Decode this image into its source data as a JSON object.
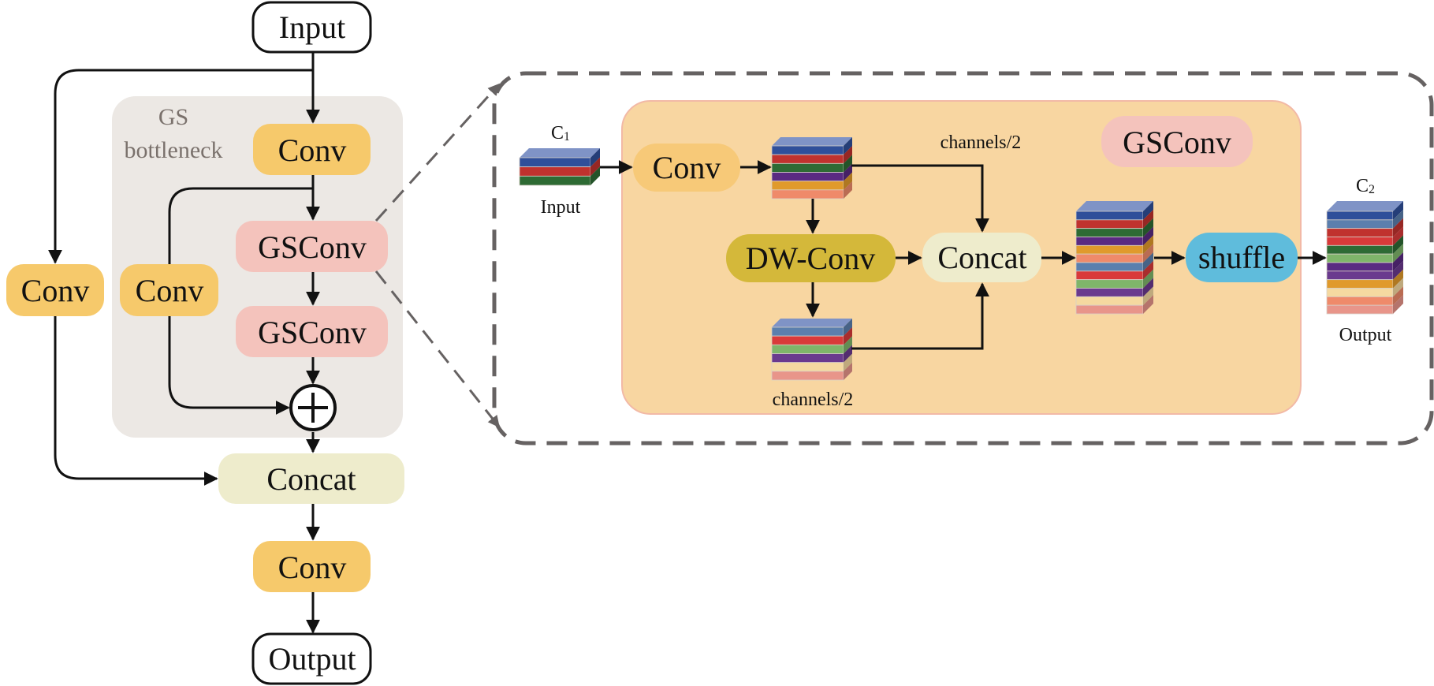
{
  "left": {
    "input_label": "Input",
    "output_label": "Output",
    "bottleneck_label_line1": "GS",
    "bottleneck_label_line2": "bottleneck",
    "conv_top": "Conv",
    "gsconv_1": "GSConv",
    "gsconv_2": "GSConv",
    "conv_inner": "Conv",
    "conv_left": "Conv",
    "add_symbol": "+",
    "concat": "Concat",
    "conv_bottom": "Conv"
  },
  "right": {
    "module_title": "GSConv",
    "c1_label": "C",
    "c1_sub": "1",
    "input_label": "Input",
    "conv": "Conv",
    "dwconv": "DW-Conv",
    "concat": "Concat",
    "shuffle": "shuffle",
    "channels_half_top": "channels/2",
    "channels_half_bottom": "channels/2",
    "c2_label": "C",
    "c2_sub": "2",
    "output_label": "Output"
  },
  "colors": {
    "conv": "#f6c96b",
    "gsconv": "#f4c3bc",
    "concat": "#eeeccc",
    "bottleneck_bg": "#ece8e4",
    "gsconv_container": "#f8d6a1",
    "dwconv": "#d4b83a",
    "shuffle": "#5fbcdc",
    "dashed": "#666262"
  },
  "stacks": {
    "input": [
      "#2f4f9a",
      "#c0322e",
      "#2e6b34"
    ],
    "conv_out": [
      "#2f4f9a",
      "#c0322e",
      "#2e6b34",
      "#5a2a82",
      "#e09a2c",
      "#ef8a6a"
    ],
    "dw_out": [
      "#5b7fad",
      "#d93a3a",
      "#7fb56a",
      "#6a3a8e",
      "#f5d9a0",
      "#e8958a"
    ],
    "concat_out": [
      "#2f4f9a",
      "#c0322e",
      "#2e6b34",
      "#5a2a82",
      "#e09a2c",
      "#ef8a6a",
      "#5b7fad",
      "#d93a3a",
      "#7fb56a",
      "#6a3a8e",
      "#f5d9a0",
      "#e8958a"
    ],
    "output": [
      "#2f4f9a",
      "#5b7fad",
      "#c0322e",
      "#d93a3a",
      "#2e6b34",
      "#7fb56a",
      "#5a2a82",
      "#6a3a8e",
      "#e09a2c",
      "#f5d9a0",
      "#ef8a6a",
      "#e8958a"
    ]
  }
}
